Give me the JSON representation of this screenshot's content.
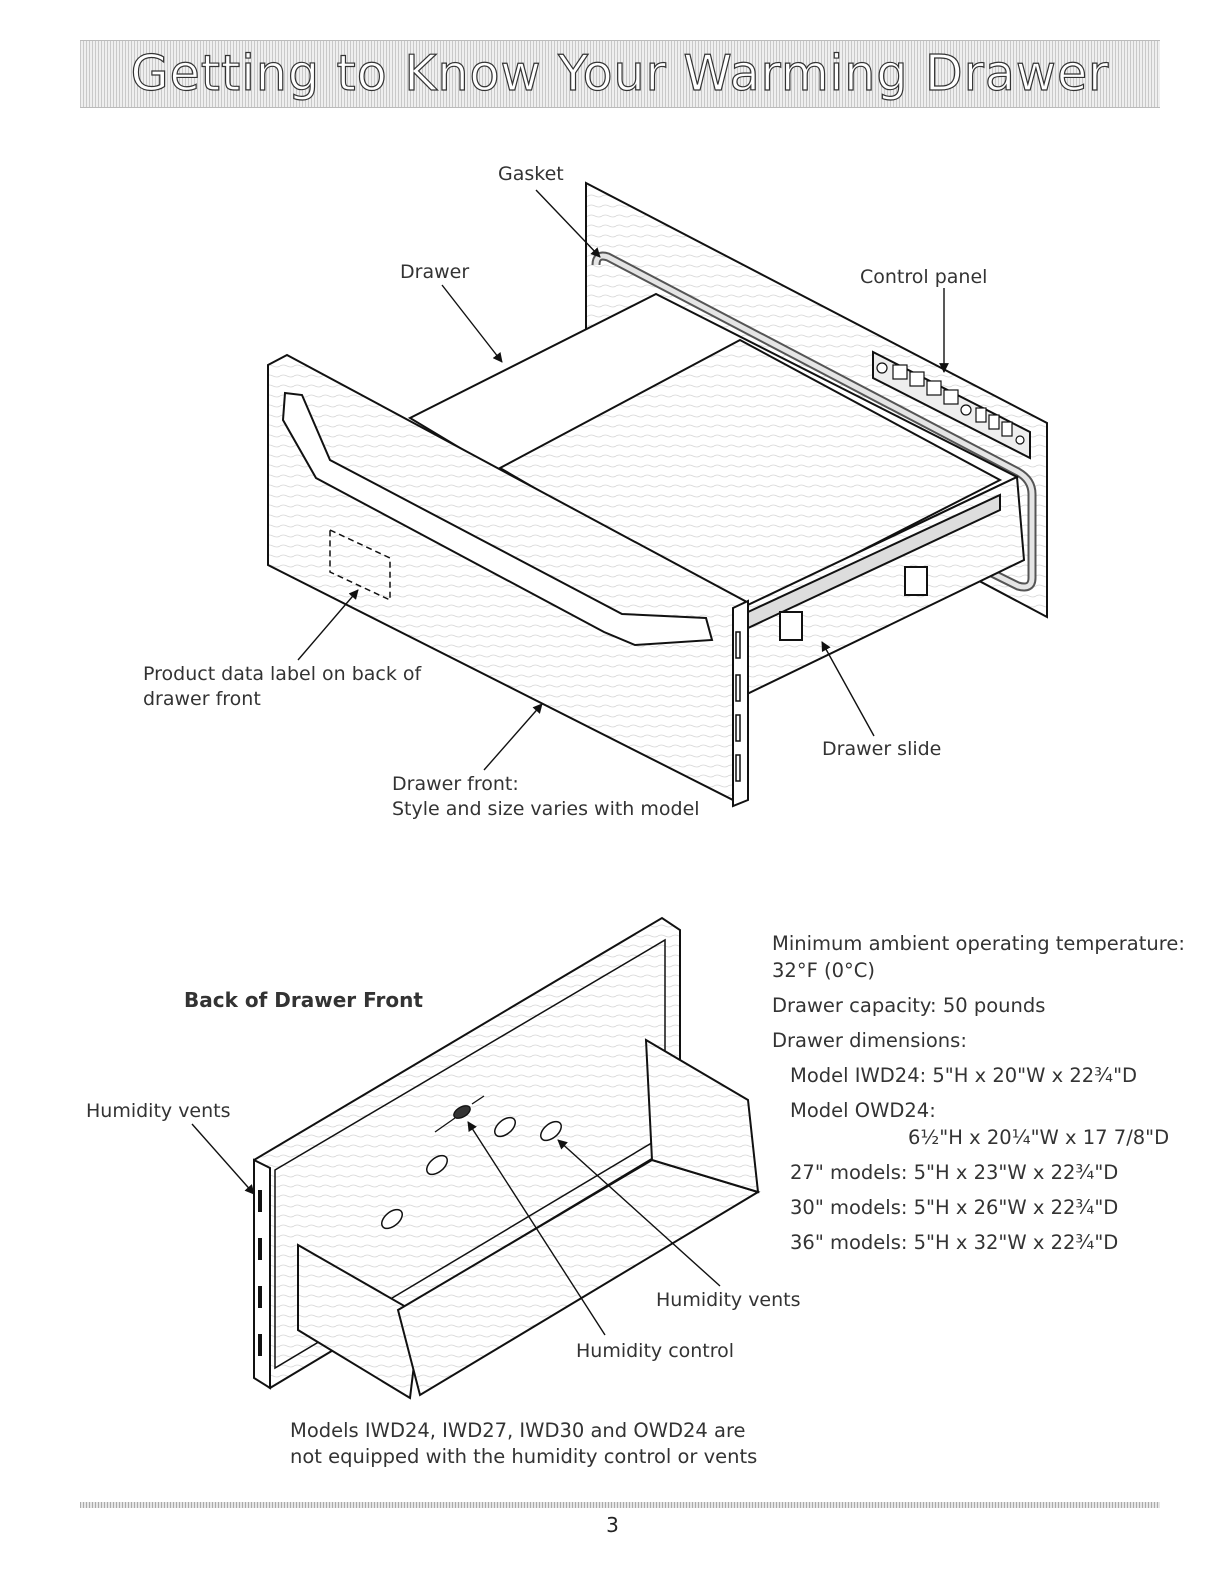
{
  "page": {
    "title": "Getting to Know Your Warming Drawer",
    "page_number": "3"
  },
  "figure_top": {
    "labels": {
      "gasket": "Gasket",
      "drawer": "Drawer",
      "control_panel": "Control panel",
      "product_label_line1": "Product data label on back of",
      "product_label_line2": "drawer front",
      "drawer_slide": "Drawer slide",
      "drawer_front_line1": "Drawer front:",
      "drawer_front_line2": "Style and size varies with model"
    }
  },
  "figure_bottom": {
    "title": "Back of Drawer Front",
    "labels": {
      "humidity_vents_left": "Humidity vents",
      "humidity_vents_right": "Humidity vents",
      "humidity_control": "Humidity control"
    }
  },
  "specs": {
    "min_temp_label": "Minimum ambient operating temperature:",
    "min_temp_value": "32°F (0°C)",
    "capacity": "Drawer capacity: 50 pounds",
    "dimensions_label": "Drawer dimensions:",
    "model_iwd24": "Model IWD24: 5\"H x 20\"W x 22¾\"D",
    "model_owd24_label": "Model OWD24:",
    "model_owd24_value": "6½\"H x 20¼\"W x 17 7/8\"D",
    "models_27": "27\" models: 5\"H x 23\"W x 22¾\"D",
    "models_30": "30\" models: 5\"H x 26\"W x 22¾\"D",
    "models_36": "36\" models: 5\"H x 32\"W x 22¾\"D"
  },
  "note": {
    "line1": "Models IWD24, IWD27, IWD30 and OWD24 are",
    "line2": "not equipped with the humidity control or vents"
  }
}
